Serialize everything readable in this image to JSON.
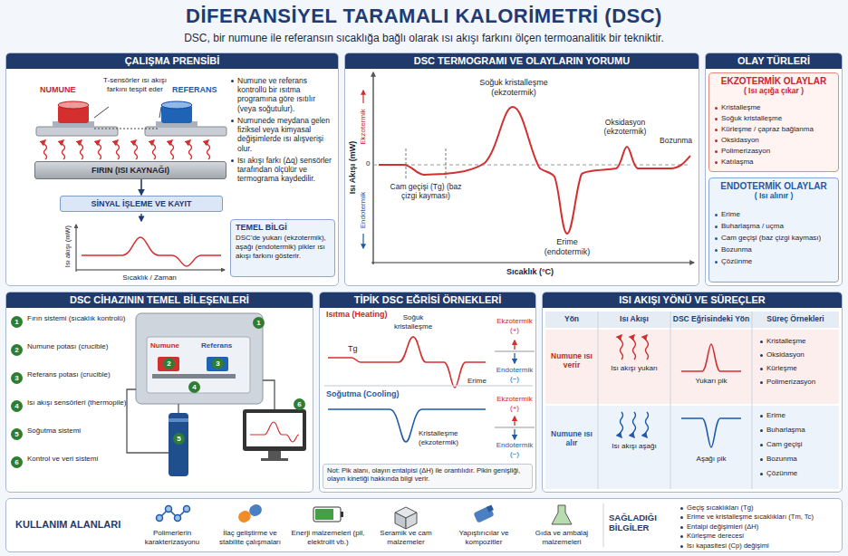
{
  "diagram": {
    "title": "DİFERANSİYEL TARAMALI KALORİMETRİ (DSC)",
    "caption": "DSC, bir numune ile referansın sıcaklığa bağlı olarak ısı akışı farkını ölçen termoanalitik bir tekniktir.",
    "nodes": [
      {
        "text": [
          "ÇALIŞMA PRENSİBİ"
        ]
      },
      {
        "text": [
          "FIRIN (ISI KAYNAĞI)"
        ],
        "in": 0
      },
      {
        "text": [
          "SİNYAL İŞLEME VE KAYIT"
        ],
        "in": 0
      },
      {
        "text": [
          "TEMEL BİLGİ",
          "DSC'de yukarı (ekzotermik), aşağı (endotermik) pikler ısı akışı farkını gösterir."
        ],
        "in": 0
      },
      {
        "text": [
          "DSC TERMOGRAMI VE OLAYLARIN YORUMU"
        ]
      },
      {
        "text": [
          "OLAY TÜRLERİ"
        ]
      },
      {
        "text": [
          "EKZOTERMİK OLAYLAR",
          "( Isı açığa çıkar )"
        ],
        "in": 5
      },
      {
        "text": [
          "ENDOTERMİK OLAYLAR",
          "( Isı alınır )"
        ],
        "in": 5
      },
      {
        "text": [
          "DSC CİHAZININ TEMEL BİLEŞENLERİ"
        ]
      },
      {
        "text": [
          "TİPİK DSC EĞRİSİ ÖRNEKLERİ"
        ]
      },
      {
        "text": [
          "Not: Pik alanı, olayın entalpisi (ΔH) ile orantılıdır. Pikin genişliği, olayın kinetiği hakkında bilgi verir."
        ],
        "in": 9
      },
      {
        "text": [
          "ISI AKIŞI YÖNÜ VE SÜREÇLER"
        ]
      },
      {
        "text": [
          "KULLANIM ALANLARI"
        ]
      }
    ],
    "edges": [
      {
        "from": 1,
        "to": 2,
        "arrow": "to"
      }
    ],
    "labels": [
      "NUMUNE",
      "T-sensörler ısı akışı farkını tespit eder",
      "REFERANS",
      "Numune ve referans kontrollü bir ısıtma programına göre ısıtılır (veya soğutulur).",
      "Numunede meydana gelen fiziksel veya kimyasal değişimlerde ısı alışverişi olur.",
      "Isı akışı farkı (Δq) sensörler tarafından ölçülür ve termograma kaydedilir.",
      "Isı akışı (mW)",
      "Sıcaklık / Zaman",
      "Isı Akışı (mW)",
      "Ekzotermik",
      "Endotermik",
      "0",
      "Soğuk kristalleşme (ekzotermik)",
      "Cam geçişi (Tg) (baz çizgi kayması)",
      "Erime (endotermik)",
      "Oksidasyon (ekzotermik)",
      "Bozunma",
      "Sıcaklık (°C)",
      "Kristalleşme",
      "Soğuk kristalleşme",
      "Kürleşme / çapraz bağlanma",
      "Oksidasyon",
      "Polimerizasyon",
      "Katılaşma",
      "Erime",
      "Buharlaşma / uçma",
      "Cam geçişi (baz çizgi kayması)",
      "Bozunma",
      "Çözünme",
      "Fırın sistemi (sıcaklık kontrolü)",
      "Numune potası (crucible)",
      "Referans potası (crucible)",
      "Isı akışı sensörleri (thermopile)",
      "Soğutma sistemi",
      "Kontrol ve veri sistemi",
      "1",
      "2",
      "3",
      "4",
      "5",
      "6",
      "Numune",
      "Referans",
      "1",
      "2",
      "3",
      "4",
      "5",
      "6",
      "Isıtma (Heating)",
      "Tg",
      "Soğuk kristalleşme",
      "Erime",
      "Ekzotermik (+)",
      "Endotermik (−)",
      "Soğutma (Cooling)",
      "Kristalleşme (ekzotermik)",
      "Ekzotermik (+)",
      "Endotermik (−)",
      "Yön",
      "Isı Akışı",
      "DSC Eğrisindeki Yön",
      "Süreç Örnekleri",
      "Numune ısı verir",
      "Isı akışı yukarı",
      "Yukarı pik",
      "Kristalleşme",
      "Oksidasyon",
      "Kürleşme",
      "Polimerizasyon",
      "Numune ısı alır",
      "Isı akışı aşağı",
      "Aşağı pik",
      "Erime",
      "Buharlaşma",
      "Cam geçişi",
      "Bozunma",
      "Çözünme",
      "Polimerlerin karakterizasyonu",
      "İlaç geliştirme ve stabilite çalışmaları",
      "Enerji malzemeleri (pil, elektrolit vb.)",
      "Seramik ve cam malzemeler",
      "Yapıştırıcılar ve kompozitler",
      "Gıda ve ambalaj malzemeleri",
      "SAĞLADIĞI BİLGİLER",
      "Geçiş sıcaklıkları (Tg)",
      "Erime ve kristalleşme sıcaklıkları (Tm, Tc)",
      "Entalpi değişimleri (ΔH)",
      "Kürleşme derecesi",
      "Isı kapasitesi (Cp) değişimi"
    ]
  }
}
